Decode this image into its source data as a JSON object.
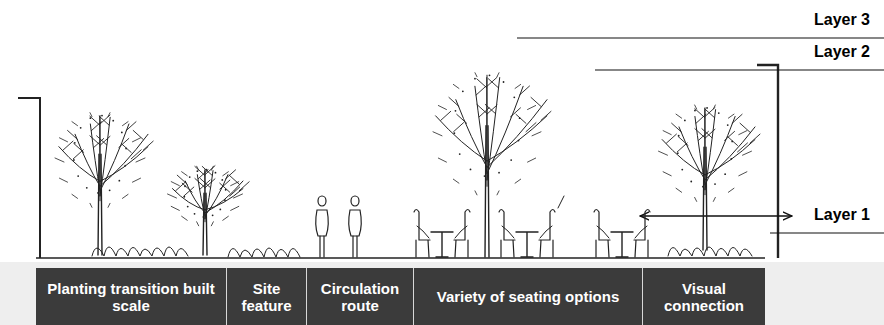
{
  "diagram": {
    "nodes": [
      {
        "text": [
          "Planting transition built scale"
        ]
      },
      {
        "text": [
          "Site feature"
        ]
      },
      {
        "text": [
          "Circulation route"
        ]
      },
      {
        "text": [
          "Variety of seating options"
        ]
      },
      {
        "text": [
          "Visual connection"
        ]
      }
    ],
    "labels": [
      "Layer 3",
      "Layer 2",
      "Layer 1"
    ]
  }
}
